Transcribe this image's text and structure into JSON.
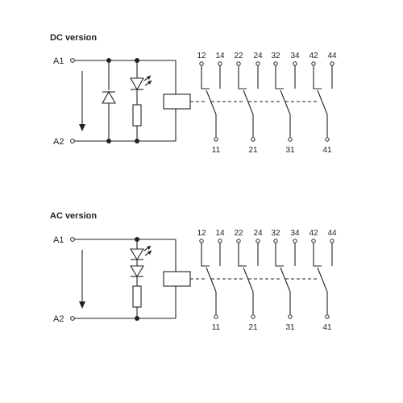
{
  "sections": [
    {
      "title": "DC version",
      "type": "dc",
      "inputs": [
        "A1",
        "A2"
      ],
      "contact_groups": [
        {
          "nc": "12",
          "no": "14",
          "common": "11"
        },
        {
          "nc": "22",
          "no": "24",
          "common": "21"
        },
        {
          "nc": "32",
          "no": "34",
          "common": "31"
        },
        {
          "nc": "42",
          "no": "44",
          "common": "41"
        }
      ]
    },
    {
      "title": "AC version",
      "type": "ac",
      "inputs": [
        "A1",
        "A2"
      ],
      "contact_groups": [
        {
          "nc": "12",
          "no": "14",
          "common": "11"
        },
        {
          "nc": "22",
          "no": "24",
          "common": "21"
        },
        {
          "nc": "32",
          "no": "34",
          "common": "31"
        },
        {
          "nc": "42",
          "no": "44",
          "common": "41"
        }
      ]
    }
  ],
  "colors": {
    "line": "#222222",
    "background": "#ffffff"
  }
}
